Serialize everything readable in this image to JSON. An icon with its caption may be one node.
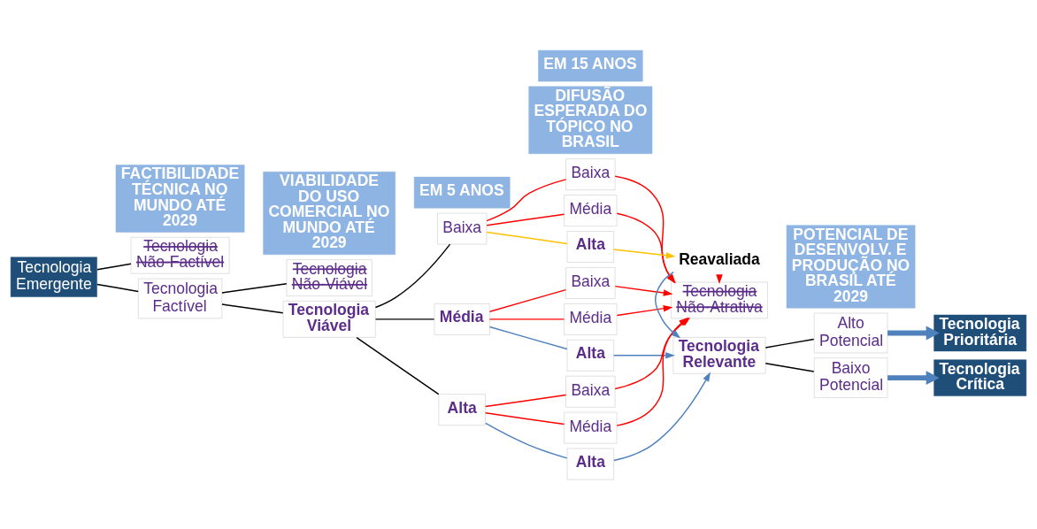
{
  "diagram": {
    "nodes": [
      {
        "text": [
          "FACTIBILIDADE TÉCNICA NO MUNDO ATÉ 2029"
        ]
      },
      {
        "text": [
          "VIABILIDADE DO USO COMERCIAL NO MUNDO ATÉ 2029"
        ]
      },
      {
        "text": [
          "DIFUSÃO ESPERADA DO TÓPICO NO BRASIL"
        ]
      },
      {
        "text": [
          "EM 5 ANOS"
        ]
      },
      {
        "text": [
          "EM 15 ANOS"
        ]
      },
      {
        "text": [
          "POTENCIAL DE DESENVOLV. E PRODUÇÃO NO BRASIL ATÉ 2029"
        ]
      },
      {
        "text": [
          "Tecnologia Emergente"
        ]
      },
      {
        "text": [
          "Tecnologia Não-Factível"
        ]
      },
      {
        "text": [
          "Tecnologia Factível"
        ]
      },
      {
        "text": [
          "Tecnologia Não-Viável"
        ]
      },
      {
        "text": [
          "Tecnologia Viável"
        ]
      },
      {
        "text": [
          "Baixa"
        ]
      },
      {
        "text": [
          "Média"
        ]
      },
      {
        "text": [
          "Alta"
        ]
      },
      {
        "text": [
          "Baixa"
        ]
      },
      {
        "text": [
          "Média"
        ]
      },
      {
        "text": [
          "Alta"
        ]
      },
      {
        "text": [
          "Baixa"
        ]
      },
      {
        "text": [
          "Média"
        ]
      },
      {
        "text": [
          "Alta"
        ]
      },
      {
        "text": [
          "Baixa"
        ]
      },
      {
        "text": [
          "Média"
        ]
      },
      {
        "text": [
          "Alta"
        ]
      },
      {
        "text": [
          "Tecnologia Não-Atrativa"
        ]
      },
      {
        "text": [
          "Reavaliada"
        ]
      },
      {
        "text": [
          "Tecnologia Relevante"
        ]
      },
      {
        "text": [
          "Alto Potencial"
        ]
      },
      {
        "text": [
          "Baixo Potencial"
        ]
      },
      {
        "text": [
          "Tecnologia Prioritária"
        ]
      },
      {
        "text": [
          "Tecnologia Crítica"
        ]
      }
    ],
    "edges": [
      {
        "from": 6,
        "to": 7,
        "arrow": "none",
        "color": "#000000"
      },
      {
        "from": 6,
        "to": 8,
        "arrow": "none",
        "color": "#000000"
      },
      {
        "from": 8,
        "to": 9,
        "arrow": "none",
        "color": "#000000"
      },
      {
        "from": 8,
        "to": 10,
        "arrow": "none",
        "color": "#000000"
      },
      {
        "from": 10,
        "to": 11,
        "arrow": "none",
        "color": "#000000"
      },
      {
        "from": 10,
        "to": 12,
        "arrow": "none",
        "color": "#000000"
      },
      {
        "from": 10,
        "to": 13,
        "arrow": "none",
        "color": "#000000"
      },
      {
        "from": 11,
        "to": 14,
        "arrow": "none"
      },
      {
        "from": 11,
        "to": 15,
        "arrow": "none"
      },
      {
        "from": 11,
        "to": 16,
        "arrow": "none",
        "color": "#ffc000"
      },
      {
        "from": 12,
        "to": 17,
        "arrow": "none"
      },
      {
        "from": 12,
        "to": 18,
        "arrow": "none"
      },
      {
        "from": 12,
        "to": 19,
        "arrow": "none",
        "color": "#4f81bd"
      },
      {
        "from": 13,
        "to": 20,
        "arrow": "none"
      },
      {
        "from": 13,
        "to": 21,
        "arrow": "none"
      },
      {
        "from": 13,
        "to": 22,
        "arrow": "none",
        "color": "#4f81bd"
      },
      {
        "from": 14,
        "to": 23,
        "arrow": "to"
      },
      {
        "from": 15,
        "to": 23,
        "arrow": "to"
      },
      {
        "from": 17,
        "to": 23,
        "arrow": "to"
      },
      {
        "from": 18,
        "to": 23,
        "arrow": "to"
      },
      {
        "from": 20,
        "to": 23,
        "arrow": "to"
      },
      {
        "from": 21,
        "to": 23,
        "arrow": "to"
      },
      {
        "from": 16,
        "to": 24,
        "arrow": "to",
        "color": "#ffc000"
      },
      {
        "from": 24,
        "to": 23,
        "arrow": "to"
      },
      {
        "from": 24,
        "to": 25,
        "arrow": "to",
        "color": "#4f81bd"
      },
      {
        "from": 19,
        "to": 25,
        "arrow": "to",
        "color": "#4f81bd"
      },
      {
        "from": 22,
        "to": 25,
        "arrow": "to",
        "color": "#4f81bd"
      },
      {
        "from": 25,
        "to": 26,
        "arrow": "none",
        "color": "#000000"
      },
      {
        "from": 25,
        "to": 27,
        "arrow": "none",
        "color": "#000000"
      },
      {
        "from": 26,
        "to": 28,
        "arrow": "to",
        "style": "thick",
        "color": "#4f81bd"
      },
      {
        "from": 27,
        "to": 29,
        "arrow": "to",
        "style": "thick",
        "color": "#4f81bd"
      }
    ]
  }
}
